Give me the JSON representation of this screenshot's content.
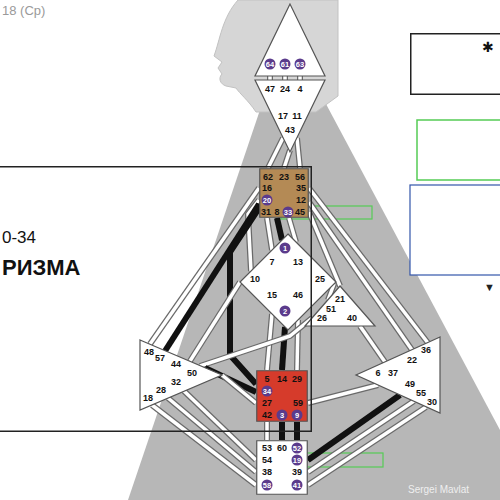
{
  "diagram": {
    "nodes": [
      {
        "text": [
          "64",
          "61",
          "63"
        ]
      },
      {
        "text": [
          "47",
          "24",
          "4",
          "17",
          "11",
          "43"
        ]
      },
      {
        "text": [
          "62",
          "23",
          "56",
          "16",
          "35",
          "20",
          "12",
          "31",
          "8",
          "33",
          "45"
        ]
      },
      {
        "text": [
          "1",
          "7",
          "13",
          "10",
          "25",
          "15",
          "46",
          "2"
        ]
      },
      {
        "text": [
          "21",
          "51",
          "26",
          "40"
        ]
      },
      {
        "text": [
          "48",
          "57",
          "44",
          "50",
          "32",
          "28",
          "18"
        ]
      },
      {
        "text": [
          "36",
          "22",
          "6",
          "37",
          "49",
          "55",
          "30"
        ]
      },
      {
        "text": [
          "5",
          "14",
          "29",
          "34",
          "27",
          "59",
          "42",
          "3",
          "9"
        ]
      },
      {
        "text": [
          "53",
          "60",
          "52",
          "54",
          "19",
          "38",
          "39",
          "58",
          "41"
        ]
      },
      {
        "text": [
          "0-34",
          "РИЗМА"
        ]
      },
      {
        "text": [
          "✱"
        ]
      }
    ],
    "edges": [
      {
        "from": 0,
        "to": 1,
        "arrow": "none"
      },
      {
        "from": 0,
        "to": 1,
        "arrow": "none"
      },
      {
        "from": 0,
        "to": 1,
        "arrow": "none"
      },
      {
        "from": 1,
        "to": 2,
        "arrow": "none"
      },
      {
        "from": 1,
        "to": 2,
        "arrow": "none"
      },
      {
        "from": 1,
        "to": 2,
        "arrow": "none"
      },
      {
        "from": 2,
        "to": 3,
        "arrow": "none"
      },
      {
        "from": 2,
        "to": 3,
        "arrow": "none"
      },
      {
        "from": 2,
        "to": 3,
        "arrow": "none"
      },
      {
        "from": 2,
        "to": 3,
        "arrow": "none"
      },
      {
        "from": 2,
        "to": 5,
        "arrow": "none"
      },
      {
        "from": 2,
        "to": 5,
        "arrow": "none"
      },
      {
        "from": 2,
        "to": 7,
        "arrow": "none"
      },
      {
        "from": 2,
        "to": 4,
        "arrow": "none"
      },
      {
        "from": 2,
        "to": 6,
        "arrow": "none"
      },
      {
        "from": 2,
        "to": 6,
        "arrow": "none"
      },
      {
        "from": 3,
        "to": 4,
        "arrow": "none"
      },
      {
        "from": 3,
        "to": 7,
        "arrow": "none"
      },
      {
        "from": 3,
        "to": 7,
        "arrow": "none"
      },
      {
        "from": 3,
        "to": 7,
        "arrow": "none"
      },
      {
        "from": 3,
        "to": 5,
        "arrow": "none"
      },
      {
        "from": 4,
        "to": 5,
        "arrow": "none"
      },
      {
        "from": 4,
        "to": 6,
        "arrow": "none"
      },
      {
        "from": 5,
        "to": 7,
        "arrow": "none"
      },
      {
        "from": 5,
        "to": 7,
        "arrow": "none"
      },
      {
        "from": 7,
        "to": 6,
        "arrow": "none"
      },
      {
        "from": 7,
        "to": 8,
        "arrow": "none"
      },
      {
        "from": 7,
        "to": 8,
        "arrow": "none"
      },
      {
        "from": 7,
        "to": 8,
        "arrow": "none"
      },
      {
        "from": 5,
        "to": 8,
        "arrow": "none"
      },
      {
        "from": 5,
        "to": 8,
        "arrow": "none"
      },
      {
        "from": 5,
        "to": 8,
        "arrow": "none"
      },
      {
        "from": 6,
        "to": 8,
        "arrow": "none"
      },
      {
        "from": 6,
        "to": 8,
        "arrow": "none"
      },
      {
        "from": 6,
        "to": 8,
        "arrow": "none"
      }
    ],
    "labels": [
      "18 (Cp)",
      "▼",
      "Sergei Mavlat"
    ]
  }
}
